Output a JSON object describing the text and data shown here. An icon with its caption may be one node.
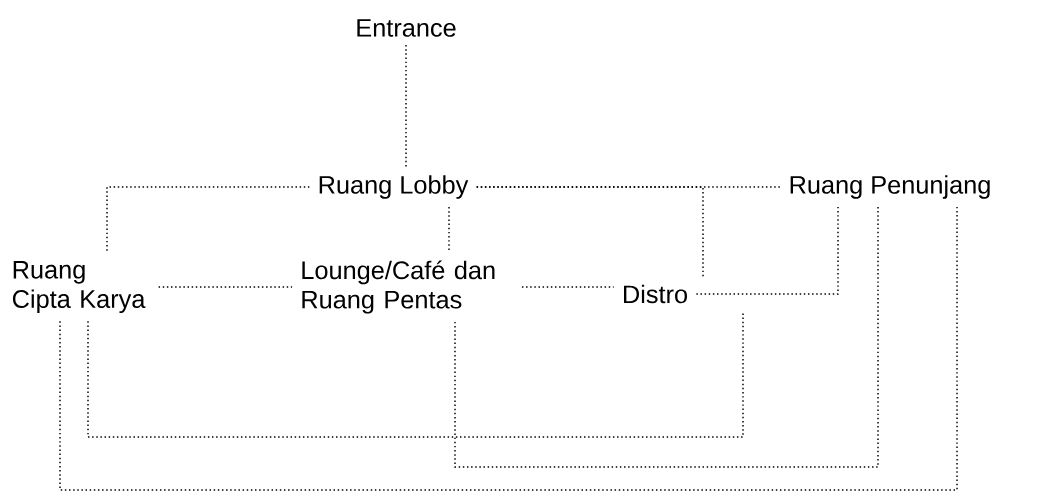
{
  "diagram": {
    "nodes": [
      {
        "text": [
          "Entrance"
        ]
      },
      {
        "text": [
          "Ruang Lobby"
        ]
      },
      {
        "text": [
          "Ruang Penunjang"
        ]
      },
      {
        "text": [
          "Ruang Cipta Karya"
        ]
      },
      {
        "text": [
          "Lounge/Café dan Ruang Pentas"
        ]
      },
      {
        "text": [
          "Distro"
        ]
      }
    ],
    "edges": [
      {
        "from": 0,
        "to": 1,
        "arrow": "none"
      },
      {
        "from": 1,
        "to": 2,
        "arrow": "none"
      },
      {
        "from": 1,
        "to": 3,
        "arrow": "none"
      },
      {
        "from": 1,
        "to": 4,
        "arrow": "none"
      },
      {
        "from": 1,
        "to": 5,
        "arrow": "none"
      },
      {
        "from": 3,
        "to": 4,
        "arrow": "none"
      },
      {
        "from": 4,
        "to": 5,
        "arrow": "none"
      },
      {
        "from": 5,
        "to": 2,
        "arrow": "none"
      },
      {
        "from": 3,
        "to": 5,
        "arrow": "none"
      },
      {
        "from": 4,
        "to": 2,
        "arrow": "none"
      },
      {
        "from": 3,
        "to": 2,
        "arrow": "none"
      }
    ]
  }
}
